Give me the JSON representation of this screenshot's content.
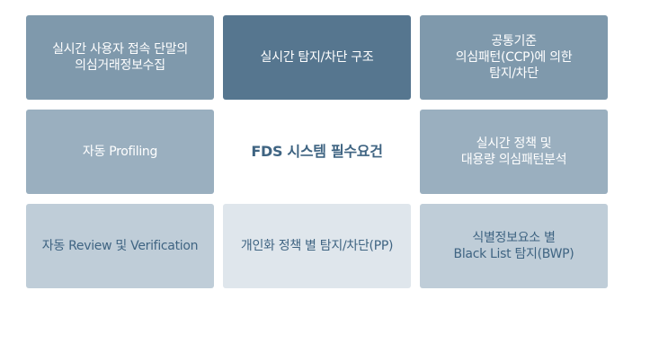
{
  "cells": [
    {
      "text": "실시간 사용자 접속 단말의\n의심거래정보수집",
      "bg": "#7f99ac",
      "fg": "light"
    },
    {
      "text": "실시간 탐지/차단 구조",
      "bg": "#56768f",
      "fg": "light"
    },
    {
      "text": "공통기준\n의심패턴(CCP)에 의한\n탐지/차단",
      "bg": "#7f99ac",
      "fg": "light"
    },
    {
      "text": "자동 Profiling",
      "bg": "#9aafbf",
      "fg": "light"
    },
    {
      "text": "FDS 시스템 필수요건",
      "bg": "#ffffff",
      "fg": "title"
    },
    {
      "text": "실시간 정책 및\n대용량 의심패턴분석",
      "bg": "#9aafbf",
      "fg": "light"
    },
    {
      "text": "자동 Review 및 Verification",
      "bg": "#bfcdd8",
      "fg": "dark"
    },
    {
      "text": "개인화 정책 별 탐지/차단(PP)",
      "bg": "#dfe6ec",
      "fg": "dark"
    },
    {
      "text": "식별정보요소 별\nBlack List 탐지(BWP)",
      "bg": "#bfcdd8",
      "fg": "dark"
    }
  ]
}
